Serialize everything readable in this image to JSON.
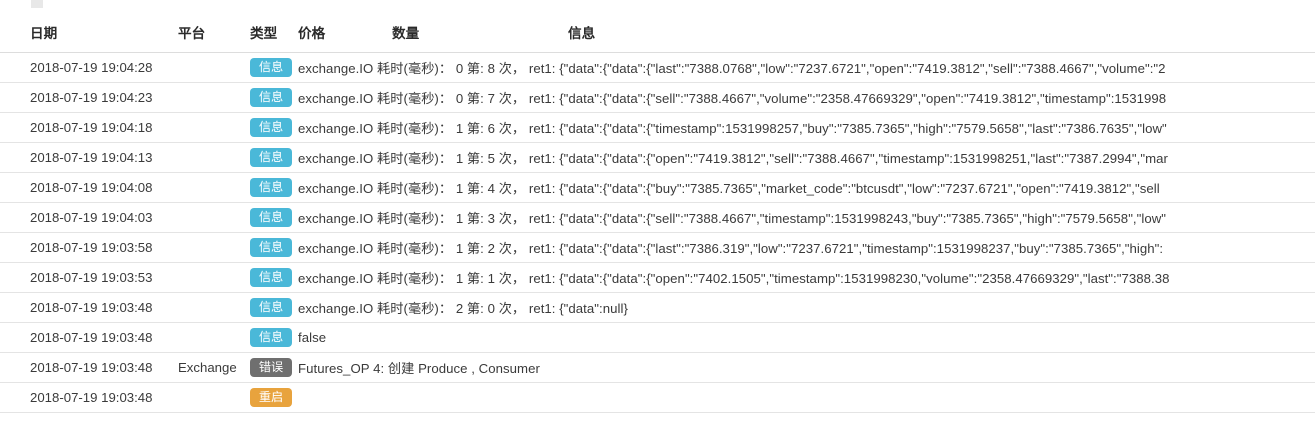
{
  "table": {
    "columns": [
      {
        "key": "date",
        "label": "日期"
      },
      {
        "key": "platform",
        "label": "平台"
      },
      {
        "key": "type",
        "label": "类型"
      },
      {
        "key": "price",
        "label": "价格"
      },
      {
        "key": "amount",
        "label": "数量"
      },
      {
        "key": "info",
        "label": "信息"
      }
    ],
    "badge_colors": {
      "info": "#4ab8d8",
      "error": "#6f6f6f",
      "restart": "#e8a33d"
    },
    "rows": [
      {
        "date": "2018-07-19 19:04:28",
        "platform": "",
        "type": "信息",
        "type_kind": "info",
        "message": "exchange.IO 耗时(毫秒)：  0 第: 8 次，  ret1: {\"data\":{\"data\":{\"last\":\"7388.0768\",\"low\":\"7237.6721\",\"open\":\"7419.3812\",\"sell\":\"7388.4667\",\"volume\":\"2"
      },
      {
        "date": "2018-07-19 19:04:23",
        "platform": "",
        "type": "信息",
        "type_kind": "info",
        "message": "exchange.IO 耗时(毫秒)：  0 第: 7 次，  ret1: {\"data\":{\"data\":{\"sell\":\"7388.4667\",\"volume\":\"2358.47669329\",\"open\":\"7419.3812\",\"timestamp\":1531998"
      },
      {
        "date": "2018-07-19 19:04:18",
        "platform": "",
        "type": "信息",
        "type_kind": "info",
        "message": "exchange.IO 耗时(毫秒)：  1 第: 6 次，  ret1: {\"data\":{\"data\":{\"timestamp\":1531998257,\"buy\":\"7385.7365\",\"high\":\"7579.5658\",\"last\":\"7386.7635\",\"low\""
      },
      {
        "date": "2018-07-19 19:04:13",
        "platform": "",
        "type": "信息",
        "type_kind": "info",
        "message": "exchange.IO 耗时(毫秒)：  1 第: 5 次，  ret1: {\"data\":{\"data\":{\"open\":\"7419.3812\",\"sell\":\"7388.4667\",\"timestamp\":1531998251,\"last\":\"7387.2994\",\"mar"
      },
      {
        "date": "2018-07-19 19:04:08",
        "platform": "",
        "type": "信息",
        "type_kind": "info",
        "message": "exchange.IO 耗时(毫秒)：  1 第: 4 次，  ret1: {\"data\":{\"data\":{\"buy\":\"7385.7365\",\"market_code\":\"btcusdt\",\"low\":\"7237.6721\",\"open\":\"7419.3812\",\"sell"
      },
      {
        "date": "2018-07-19 19:04:03",
        "platform": "",
        "type": "信息",
        "type_kind": "info",
        "message": "exchange.IO 耗时(毫秒)：  1 第: 3 次，  ret1: {\"data\":{\"data\":{\"sell\":\"7388.4667\",\"timestamp\":1531998243,\"buy\":\"7385.7365\",\"high\":\"7579.5658\",\"low\""
      },
      {
        "date": "2018-07-19 19:03:58",
        "platform": "",
        "type": "信息",
        "type_kind": "info",
        "message": "exchange.IO 耗时(毫秒)：  1 第: 2 次，  ret1: {\"data\":{\"data\":{\"last\":\"7386.319\",\"low\":\"7237.6721\",\"timestamp\":1531998237,\"buy\":\"7385.7365\",\"high\":"
      },
      {
        "date": "2018-07-19 19:03:53",
        "platform": "",
        "type": "信息",
        "type_kind": "info",
        "message": "exchange.IO 耗时(毫秒)：  1 第: 1 次，  ret1: {\"data\":{\"data\":{\"open\":\"7402.1505\",\"timestamp\":1531998230,\"volume\":\"2358.47669329\",\"last\":\"7388.38"
      },
      {
        "date": "2018-07-19 19:03:48",
        "platform": "",
        "type": "信息",
        "type_kind": "info",
        "message": "exchange.IO 耗时(毫秒)：  2 第: 0 次，  ret1: {\"data\":null}"
      },
      {
        "date": "2018-07-19 19:03:48",
        "platform": "",
        "type": "信息",
        "type_kind": "info",
        "message": "false"
      },
      {
        "date": "2018-07-19 19:03:48",
        "platform": "Exchange",
        "type": "错误",
        "type_kind": "error",
        "message": "Futures_OP 4: 创建 Produce , Consumer"
      },
      {
        "date": "2018-07-19 19:03:48",
        "platform": "",
        "type": "重启",
        "type_kind": "restart",
        "message": ""
      }
    ]
  }
}
